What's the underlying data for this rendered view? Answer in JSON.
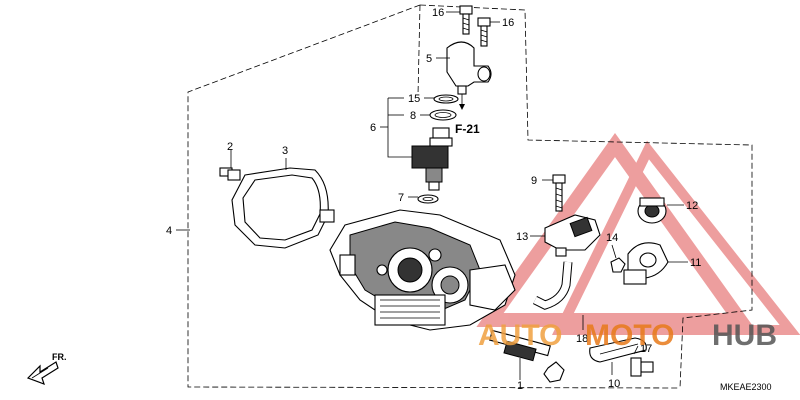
{
  "diagram": {
    "code": "MKEAE2300",
    "ref": "F-21",
    "front_arrow_label": "FR.",
    "callouts": [
      {
        "id": "c1",
        "text": "1"
      },
      {
        "id": "c2",
        "text": "2"
      },
      {
        "id": "c3",
        "text": "3"
      },
      {
        "id": "c4",
        "text": "4"
      },
      {
        "id": "c5",
        "text": "5"
      },
      {
        "id": "c6",
        "text": "6"
      },
      {
        "id": "c7",
        "text": "7"
      },
      {
        "id": "c8",
        "text": "8"
      },
      {
        "id": "c9",
        "text": "9"
      },
      {
        "id": "c10",
        "text": "10"
      },
      {
        "id": "c11",
        "text": "11"
      },
      {
        "id": "c12",
        "text": "12"
      },
      {
        "id": "c13",
        "text": "13"
      },
      {
        "id": "c14",
        "text": "14"
      },
      {
        "id": "c15",
        "text": "15"
      },
      {
        "id": "c16a",
        "text": "16"
      },
      {
        "id": "c16b",
        "text": "16"
      },
      {
        "id": "c17",
        "text": "17"
      },
      {
        "id": "c18",
        "text": "18"
      }
    ]
  },
  "watermark": {
    "word_1": "AUTO",
    "word_2": "MOTO",
    "word_3": "HUB",
    "color_primary": "#e87a1a",
    "color_secondary": "#c0392b"
  }
}
